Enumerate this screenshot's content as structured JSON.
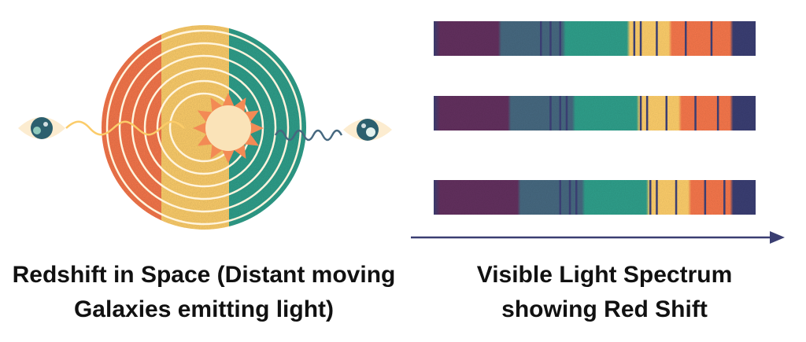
{
  "left_caption": {
    "line1": "Redshift in Space (Distant moving",
    "line2": "Galaxies emitting light)"
  },
  "right_caption": {
    "line1": "Visible Light Spectrum",
    "line2": "showing Red Shift"
  },
  "colors": {
    "red": "#f4764b",
    "yellow": "#fbcc6a",
    "teal": "#2f9e8a",
    "blue": "#46687f",
    "purple": "#62305e",
    "navy": "#3a3e72",
    "arrow": "#3a3e72",
    "sun": "#fae3b8",
    "sun_rays": "#f38a55",
    "ring": "#fff4dd",
    "eye_white": "#fcecd0",
    "eye_iris": "#2c5f6e"
  },
  "icons": [
    "galaxy-disc-icon",
    "sun-icon",
    "eye-icon",
    "wave-icon",
    "arrow-right-icon"
  ],
  "spectrum_bars": [
    {
      "name": "spectrum-bar-reference",
      "absorption_lines": [
        0.33,
        0.36,
        0.39,
        0.62,
        0.64,
        0.69,
        0.78,
        0.86
      ]
    },
    {
      "name": "spectrum-bar-shift-1",
      "absorption_lines": [
        0.36,
        0.39,
        0.41,
        0.64,
        0.66,
        0.72,
        0.81,
        0.88
      ]
    },
    {
      "name": "spectrum-bar-shift-2",
      "absorption_lines": [
        0.39,
        0.42,
        0.44,
        0.67,
        0.69,
        0.75,
        0.84,
        0.9
      ]
    }
  ]
}
